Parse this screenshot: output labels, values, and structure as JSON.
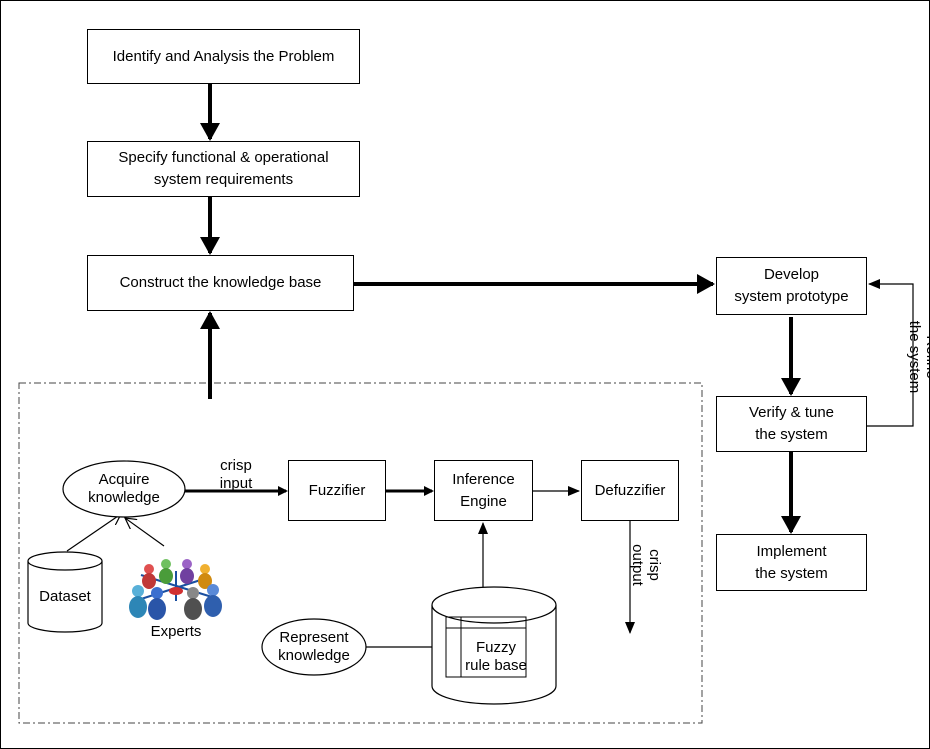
{
  "steps": {
    "identify": "Identify and Analysis the Problem",
    "specify": "Specify  functional & operational\nsystem requirements",
    "construct": "Construct the knowledge base",
    "develop": "Develop\nsystem prototype",
    "verify": "Verify & tune\nthe system",
    "implement": "Implement\nthe system"
  },
  "fuzzy": {
    "acquire": "Acquire\nknowledge",
    "crisp_input": "crisp\ninput",
    "fuzzifier": "Fuzzifier",
    "inference": "Inference\nEngine",
    "defuzzifier": "Defuzzifier",
    "crisp_output": "crisp\noutput",
    "dataset": "Dataset",
    "experts": "Experts",
    "represent": "Represent\nknowledge",
    "rule_base": "Fuzzy\nrule base"
  },
  "refine": "Refine\nthe system",
  "colors": {
    "line": "#000000",
    "background": "#ffffff"
  }
}
